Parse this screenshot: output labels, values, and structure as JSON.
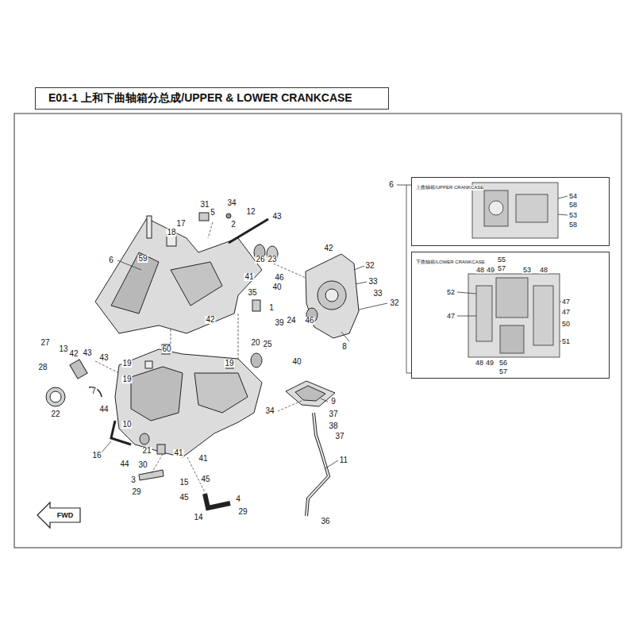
{
  "diagram": {
    "title": "E01-1 上和下曲轴箱分总成/UPPER & LOWER CRANKCASE",
    "nodes": [
      {
        "text": [
          "上曲轴箱/UPPER CRANKCASE"
        ]
      },
      {
        "text": [
          "下曲轴箱/LOWER CRANKCASE"
        ]
      },
      {
        "text": [
          "FWD"
        ]
      }
    ],
    "labels": [
      "31",
      "34",
      "5",
      "2",
      "12",
      "43",
      "17",
      "18",
      "6",
      "59",
      "26",
      "23",
      "41",
      "46",
      "40",
      "35",
      "1",
      "39",
      "42",
      "42",
      "32",
      "33",
      "33",
      "32",
      "24",
      "46",
      "8",
      "40",
      "20",
      "25",
      "60",
      "19",
      "19",
      "19",
      "13",
      "42",
      "43",
      "27",
      "43",
      "28",
      "7",
      "22",
      "9",
      "34",
      "37",
      "38",
      "37",
      "44",
      "10",
      "16",
      "21",
      "30",
      "44",
      "41",
      "41",
      "3",
      "29",
      "15",
      "45",
      "45",
      "4",
      "14",
      "29",
      "11",
      "36",
      "6",
      "54",
      "58",
      "53",
      "58",
      "55",
      "57",
      "48",
      "49",
      "53",
      "48",
      "52",
      "47",
      "47",
      "47",
      "50",
      "51",
      "48",
      "49",
      "56",
      "57"
    ]
  }
}
